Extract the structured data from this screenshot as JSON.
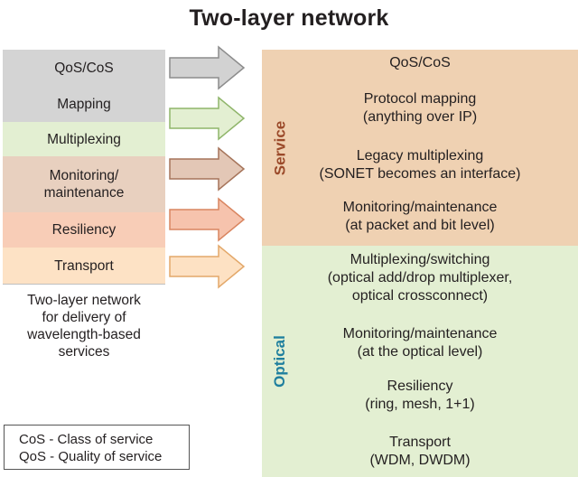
{
  "title": "Two-layer network",
  "left_layers": [
    {
      "label": "QoS/CoS",
      "color": "#d4d4d4"
    },
    {
      "label": "Mapping",
      "color": "#d4d4d4"
    },
    {
      "label": "Multiplexing",
      "color": "#e3efd2"
    },
    {
      "label": "Monitoring/\nmaintenance",
      "color": "#e8d0bf"
    },
    {
      "label": "Resiliency",
      "color": "#f8cdb7"
    },
    {
      "label": "Transport",
      "color": "#fde2c5"
    }
  ],
  "arrows": [
    {
      "fill": "#d2d2d2",
      "stroke": "#8c8c8c"
    },
    {
      "fill": "#e3efd2",
      "stroke": "#8fb56a"
    },
    {
      "fill": "#e3c7b6",
      "stroke": "#a6745a"
    },
    {
      "fill": "#f6c3ad",
      "stroke": "#d98560"
    },
    {
      "fill": "#fde1c3",
      "stroke": "#e3a86a"
    }
  ],
  "caption": "Two-layer network\nfor delivery of\nwavelength-based\nservices",
  "legend": [
    "CoS - Class of service",
    "QoS - Quality of service"
  ],
  "service": {
    "label": "Service",
    "label_color": "#9b4a2a",
    "background": "#efd1b2",
    "items": [
      "QoS/CoS",
      "Protocol mapping\n(anything over IP)",
      "Legacy multiplexing\n(SONET becomes an interface)",
      "Monitoring/maintenance\n(at packet and bit level)"
    ]
  },
  "optical": {
    "label": "Optical",
    "label_color": "#1f7f9e",
    "background": "#e3efd2",
    "items": [
      "Multiplexing/switching\n(optical add/drop multiplexer,\noptical crossconnect)",
      "Monitoring/maintenance\n(at the optical level)",
      "Resiliency\n(ring, mesh, 1+1)",
      "Transport\n(WDM, DWDM)"
    ]
  }
}
